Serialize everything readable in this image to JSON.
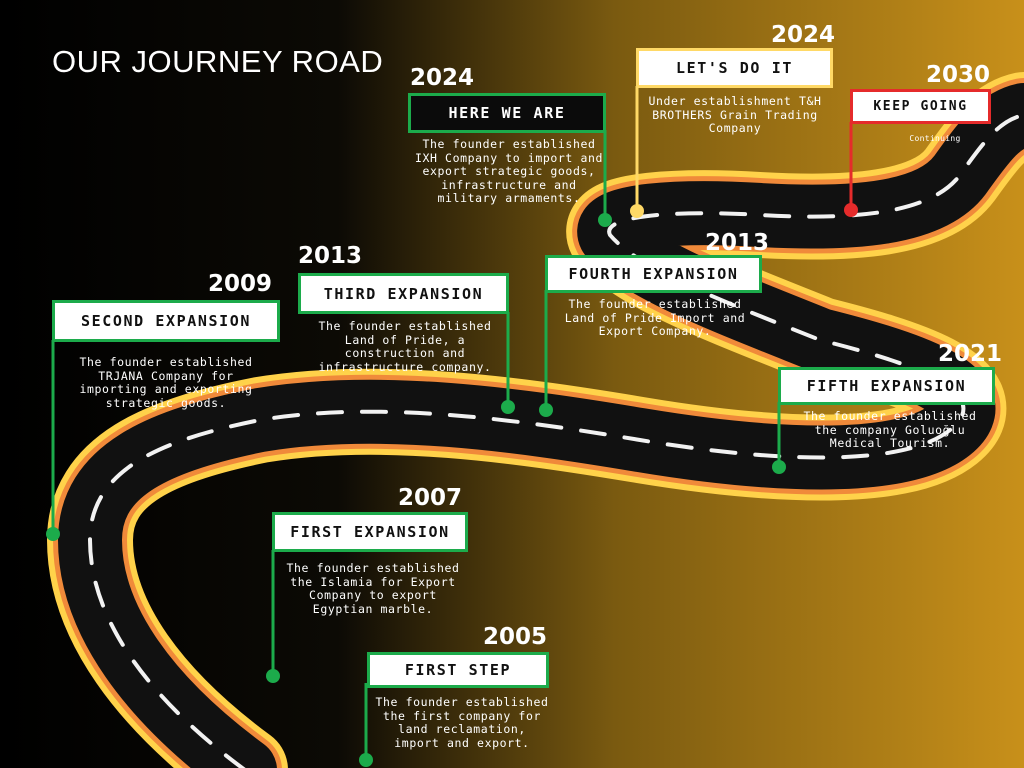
{
  "title": "OUR JOURNEY ROAD",
  "colors": {
    "background_left": "#000000",
    "background_right": "#c8901a",
    "road": "#111111",
    "road_edge_orange": "#f08a3a",
    "road_edge_yellow": "#ffd24a",
    "milestone_green": "#1cab4b",
    "milestone_yellow": "#ffd966",
    "milestone_red": "#e52b2b"
  },
  "milestones": [
    {
      "year": "2005",
      "label": "FIRST STEP",
      "description": "The founder established the first company for land reclamation, import and export."
    },
    {
      "year": "2007",
      "label": "FIRST EXPANSION",
      "description": "The founder established the Islamia for Export Company to export Egyptian marble."
    },
    {
      "year": "2009",
      "label": "SECOND EXPANSION",
      "description": "The founder established TRJANA Company for importing and exporting strategic goods."
    },
    {
      "year": "2013",
      "label": "THIRD EXPANSION",
      "description": "The founder established Land of Pride, a construction and infrastructure company."
    },
    {
      "year": "2013",
      "label": "FOURTH EXPANSION",
      "description": "The founder established Land of Pride Import and Export Company."
    },
    {
      "year": "2021",
      "label": "FIFTH EXPANSION",
      "description": "The founder established the company Goluoğlu Medical Tourism."
    },
    {
      "year": "2024",
      "label": "HERE WE ARE",
      "description": "The founder established IXH Company to import and export strategic goods, infrastructure and military armaments."
    },
    {
      "year": "2024",
      "label": "LET'S DO IT",
      "description": "Under establishment T&H BROTHERS Grain Trading Company"
    },
    {
      "year": "2030",
      "label": "KEEP GOING",
      "description": "Continuing"
    }
  ]
}
